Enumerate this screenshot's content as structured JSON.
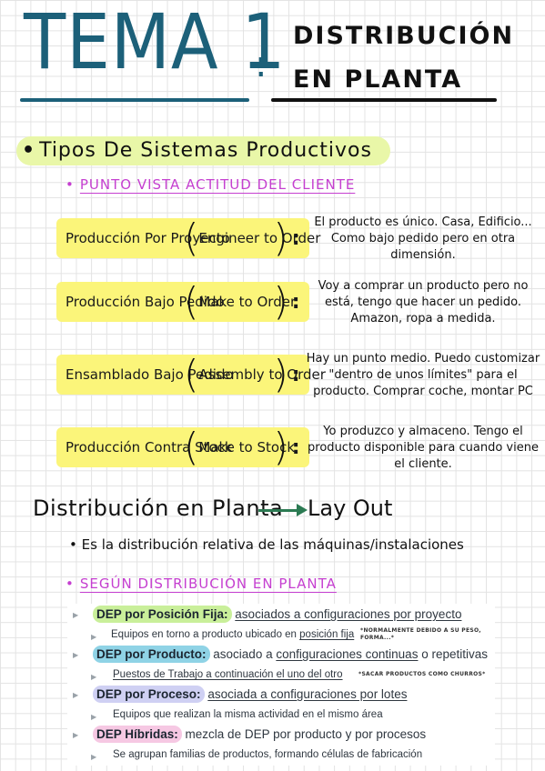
{
  "header": {
    "tema": "TEMA 1",
    "colon": ":",
    "title_line1": "DISTRIBUCIÓN",
    "title_line2": "EN PLANTA"
  },
  "section": {
    "heading": "Tipos De Sistemas Productivos",
    "bullet": "•",
    "subheading": "PUNTO VISTA ACTITUD DEL CLIENTE"
  },
  "types": [
    {
      "name": "Producción Por Proyecto",
      "paren": "Engineer to Order",
      "colon": ":",
      "desc": "El producto es único. Casa, Edificio... Como bajo pedido pero en otra dimensión."
    },
    {
      "name": "Producción Bajo Pedido",
      "paren": "Make to Order",
      "colon": ":",
      "desc": "Voy a comprar un producto pero no está, tengo que hacer un pedido. Amazon, ropa a medida."
    },
    {
      "name": "Ensamblado Bajo Pedido",
      "paren": "Assembly to Order",
      "colon": ":",
      "desc": "Hay un punto medio. Puedo customizar \"dentro de unos límites\" para el producto. Comprar coche, montar PC"
    },
    {
      "name": "Producción Contra Stock",
      "paren": "Make to Stock",
      "colon": ":",
      "desc": "Yo produzco y almaceno. Tengo el producto disponible para cuando viene el cliente."
    }
  ],
  "distribution": {
    "label": "Distribución en Planta",
    "layout": "Lay Out",
    "definition": "Es la distribución relativa de las máquinas/instalaciones",
    "subheading": "SEGÚN DISTRIBUCIÓN EN PLANTA"
  },
  "colors": {
    "teal": "#1c6079",
    "yellow": "#fbf57a",
    "lime": "#e9f7a8",
    "magenta": "#c53fd0",
    "green_hl": "#c9ef9a",
    "blue_hl": "#8fd3e6",
    "violet_hl": "#cfd0f3",
    "pink_hl": "#f6c8e3"
  },
  "list": {
    "fija_label": "DEP por Posición Fija:",
    "fija_text": "asociados a configuraciones por proyecto",
    "fija_sub_pre": "Equipos en torno a producto ubicado en ",
    "fija_sub_ul": "posición fija",
    "fija_note": "*NORMALMENTE DEBIDO A SU PESO, FORMA...*",
    "producto_label": "DEP por Producto:",
    "producto_pre": "asociado a ",
    "producto_ul": "configuraciones continuas",
    "producto_post": " o repetitivas",
    "producto_sub": "Puestos de Trabajo a continuación el uno del otro",
    "producto_note": "*SACAR PRODUCTOS COMO CHURROS*",
    "proceso_label": "DEP por Proceso:",
    "proceso_text": "asociada a configuraciones por lotes",
    "proceso_sub": "Equipos que realizan la misma actividad en el mismo área",
    "hibridas_label": "DEP Híbridas:",
    "hibridas_text": "mezcla de DEP por producto y por procesos",
    "hibridas_sub": "Se agrupan familias de productos, formando células de fabricación",
    "tri": "▶"
  }
}
